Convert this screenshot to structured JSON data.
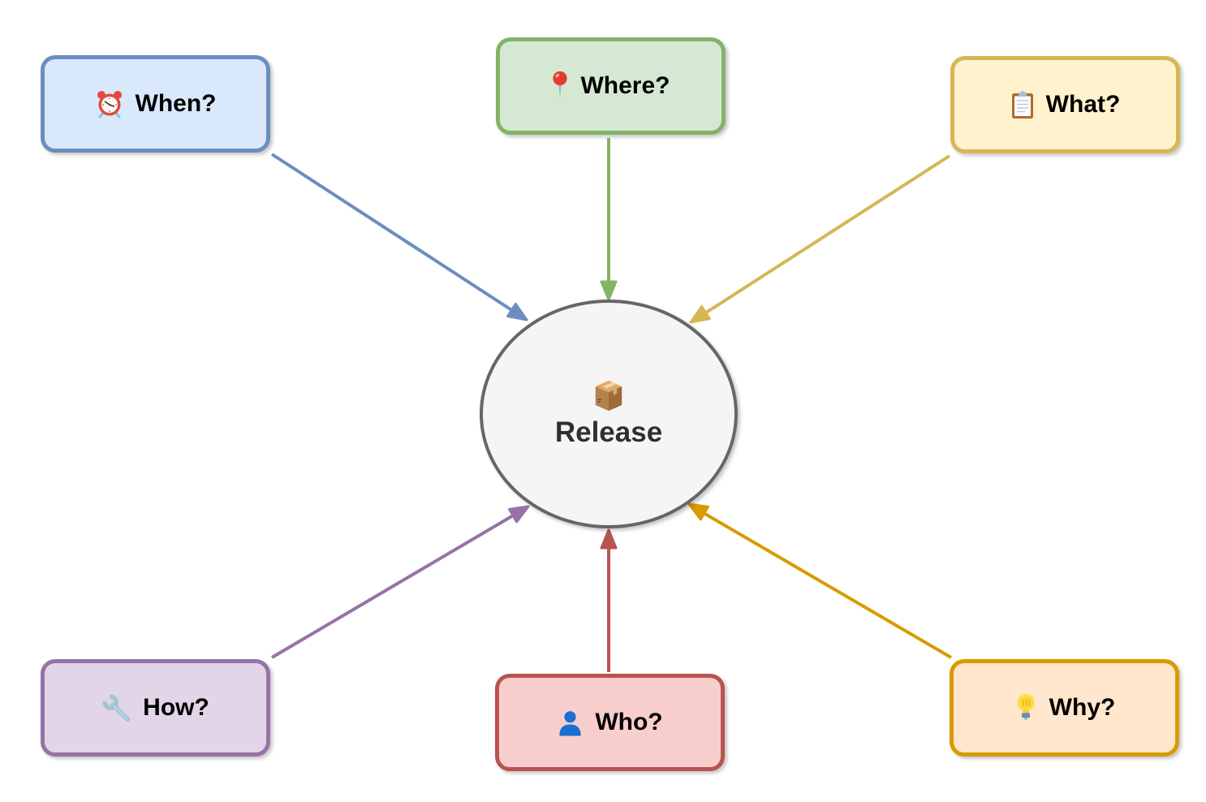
{
  "page": {
    "background": "#ffffff"
  },
  "diagram": {
    "center": {
      "label": "Release",
      "icon": "package-icon",
      "fill": "#f5f5f5",
      "border": "#666666",
      "text_color": "#2f2f2f"
    },
    "label_color": "#000000",
    "nodes": [
      {
        "id": "when",
        "label": "When?",
        "icon": "alarm-clock-icon",
        "fill": "#dae8fc",
        "border": "#6c8ebf"
      },
      {
        "id": "where",
        "label": "Where?",
        "icon": "round-pushpin-icon",
        "fill": "#d5e8d4",
        "border": "#82b366"
      },
      {
        "id": "what",
        "label": "What?",
        "icon": "clipboard-icon",
        "fill": "#fff2cc",
        "border": "#d6b656"
      },
      {
        "id": "how",
        "label": "How?",
        "icon": "wrench-icon",
        "fill": "#e1d5e7",
        "border": "#9673a6"
      },
      {
        "id": "who",
        "label": "Who?",
        "icon": "person-icon",
        "fill": "#f8cecc",
        "border": "#b85450"
      },
      {
        "id": "why",
        "label": "Why?",
        "icon": "lightbulb-icon",
        "fill": "#ffe6cc",
        "border": "#d79b00"
      }
    ],
    "edges": [
      {
        "from": "when",
        "to": "release",
        "color": "#6c8ebf"
      },
      {
        "from": "where",
        "to": "release",
        "color": "#82b366"
      },
      {
        "from": "what",
        "to": "release",
        "color": "#d6b656"
      },
      {
        "from": "how",
        "to": "release",
        "color": "#9673a6"
      },
      {
        "from": "who",
        "to": "release",
        "color": "#b85450"
      },
      {
        "from": "why",
        "to": "release",
        "color": "#d79b00"
      }
    ]
  }
}
